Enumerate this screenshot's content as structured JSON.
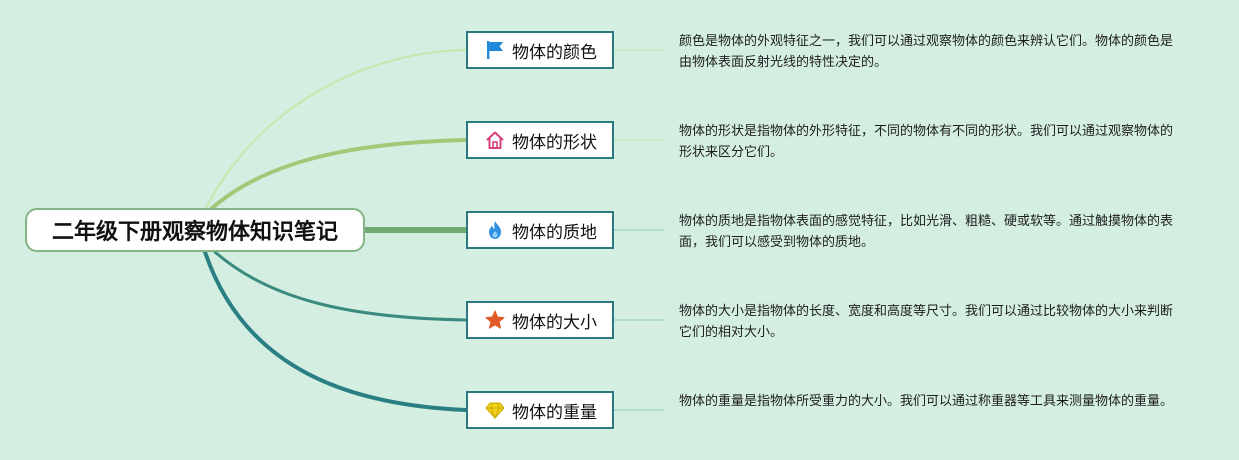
{
  "central": {
    "label": "二年级下册观察物体知识笔记"
  },
  "branches": [
    {
      "label": "物体的颜色",
      "icon": "flag-icon",
      "icon_color": "#1f88d8",
      "edge_color": "#c5e8ad",
      "note": "颜色是物体的外观特征之一，我们可以通过观察物体的颜色来辨认它们。物体的颜色是由物体表面反射光线的特性决定的。"
    },
    {
      "label": "物体的形状",
      "icon": "house-icon",
      "icon_color": "#d6417a",
      "edge_color": "#a3c878",
      "note": "物体的形状是指物体的外形特征，不同的物体有不同的形状。我们可以通过观察物体的形状来区分它们。"
    },
    {
      "label": "物体的质地",
      "icon": "flame-icon",
      "icon_color": "#2f8fe0",
      "edge_color": "#6faa75",
      "note": "物体的质地是指物体表面的感觉特征，比如光滑、粗糙、硬或软等。通过触摸物体的表面，我们可以感受到物体的质地。"
    },
    {
      "label": "物体的大小",
      "icon": "star-icon",
      "icon_color": "#e05a2a",
      "edge_color": "#3a8a7f",
      "note": "物体的大小是指物体的长度、宽度和高度等尺寸。我们可以通过比较物体的大小来判断它们的相对大小。"
    },
    {
      "label": "物体的重量",
      "icon": "diamond-icon",
      "icon_color": "#f2d31a",
      "edge_color": "#2a7f84",
      "note": "物体的重量是指物体所受重力的大小。我们可以通过称重器等工具来测量物体的重量。"
    }
  ],
  "colors": {
    "background": "#d4efe1",
    "central_border": "#83b386",
    "branch_border": "#2a7a80"
  }
}
